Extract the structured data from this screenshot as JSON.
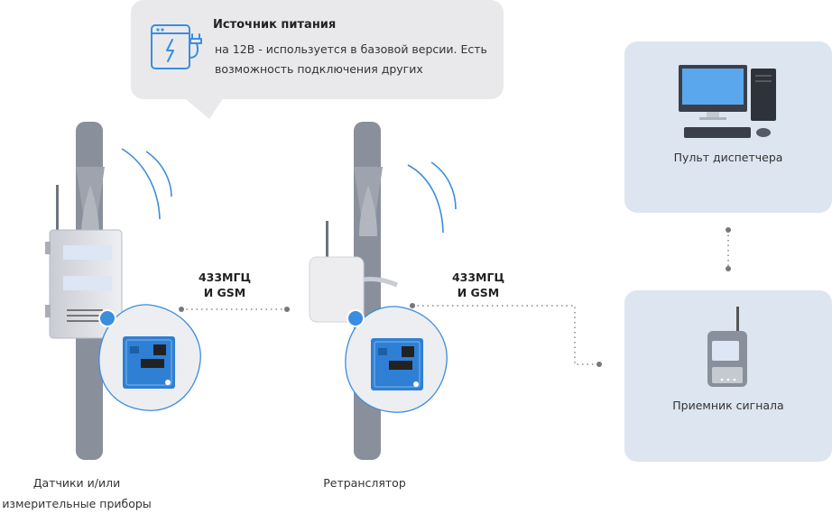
{
  "callout": {
    "title": "Источник питания",
    "text": "на 12В - используется в базовой версии. Есть возможность подключения других",
    "icon": "power-supply-icon"
  },
  "links": [
    {
      "line1": "433МГЦ",
      "line2": "И GSM"
    },
    {
      "line1": "433МГЦ",
      "line2": "И GSM"
    }
  ],
  "nodes": {
    "sensors": {
      "line1": "Датчики и/или",
      "line2": "измерительные приборы"
    },
    "repeater": {
      "label": "Ретранслятор"
    },
    "console": {
      "label": "Пульт диспетчера"
    },
    "receiver": {
      "label": "Приемник сигнала"
    }
  },
  "colors": {
    "accent": "#3b8de0",
    "panel": "#dde5f0",
    "bubble": "#e9e9eb",
    "pole": "#8a8f9c"
  }
}
